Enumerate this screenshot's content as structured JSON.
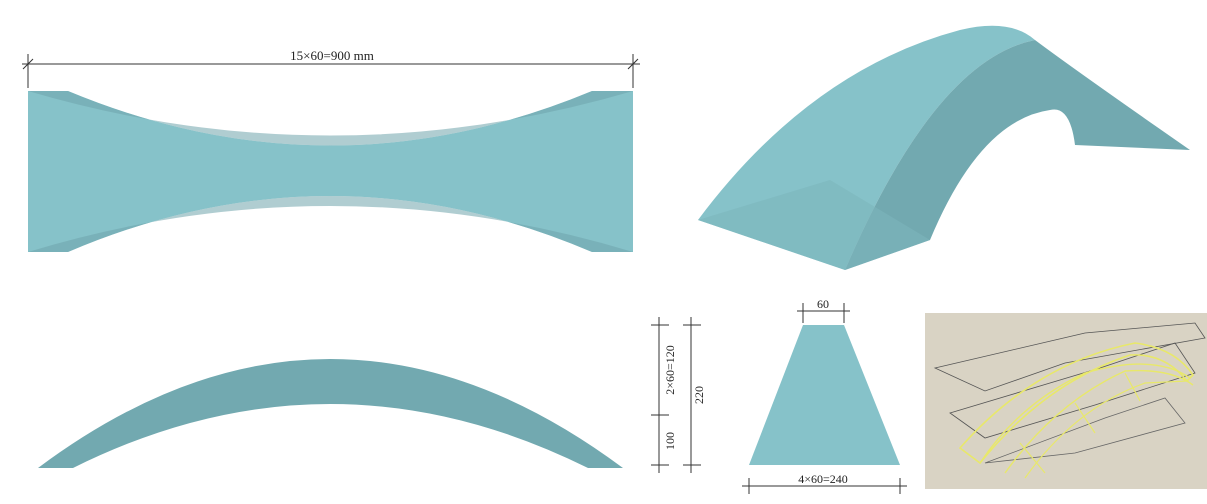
{
  "plan_view": {
    "length_label": "15×60=900 mm"
  },
  "cross_section": {
    "top_width_label": "60",
    "bottom_width_label": "4×60=240",
    "total_height_label": "220",
    "lower_height_label": "100",
    "upper_height_label": "2×60=120"
  },
  "colors": {
    "face": "#86c2c9",
    "shade": "#6fa4ab",
    "side": "#72a9b0",
    "dim_line": "#333333",
    "photo_bg": "#d9d3c4",
    "wire_yellow": "#e8e86a"
  }
}
